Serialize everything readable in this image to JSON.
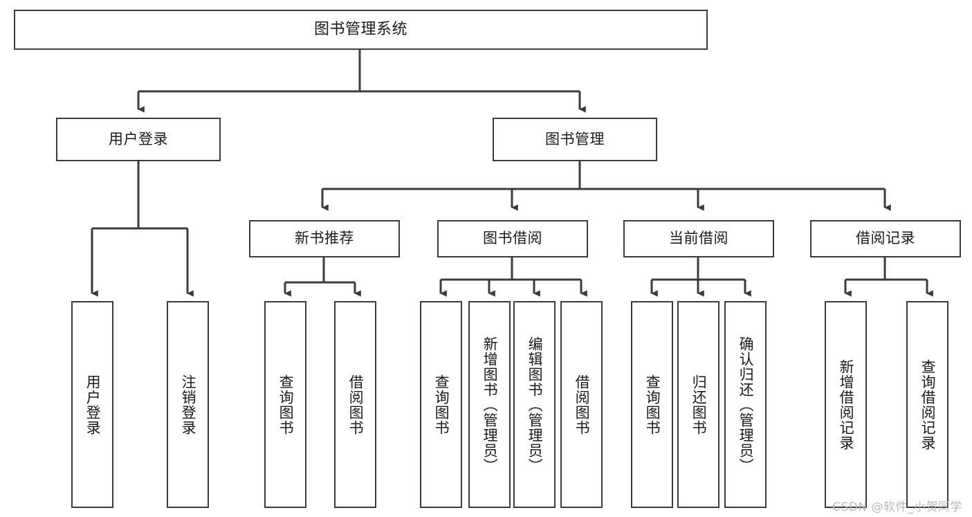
{
  "diagram": {
    "title": "图书管理系统",
    "type": "hierarchy-tree",
    "root": {
      "id": "root",
      "label": "图书管理系统"
    },
    "level2": [
      {
        "id": "user-login",
        "label": "用户登录"
      },
      {
        "id": "book-management",
        "label": "图书管理"
      }
    ],
    "level3": [
      {
        "id": "new-book-recommend",
        "label": "新书推荐",
        "parent": "book-management"
      },
      {
        "id": "book-borrow",
        "label": "图书借阅",
        "parent": "book-management"
      },
      {
        "id": "current-borrow",
        "label": "当前借阅",
        "parent": "book-management"
      },
      {
        "id": "borrow-record",
        "label": "借阅记录",
        "parent": "book-management"
      }
    ],
    "leaves": [
      {
        "id": "leaf-user-login",
        "label": "用户登录",
        "parent": "user-login"
      },
      {
        "id": "leaf-logout-login",
        "label": "注销登录",
        "parent": "user-login"
      },
      {
        "id": "leaf-query-book-1",
        "label": "查询图书",
        "parent": "new-book-recommend"
      },
      {
        "id": "leaf-borrow-book-1",
        "label": "借阅图书",
        "parent": "new-book-recommend"
      },
      {
        "id": "leaf-query-book-2",
        "label": "查询图书",
        "parent": "book-borrow"
      },
      {
        "id": "leaf-add-book",
        "label": "新增图书（管理员）",
        "parent": "book-borrow"
      },
      {
        "id": "leaf-edit-book",
        "label": "编辑图书（管理员）",
        "parent": "book-borrow"
      },
      {
        "id": "leaf-borrow-book-2",
        "label": "借阅图书",
        "parent": "book-borrow"
      },
      {
        "id": "leaf-query-book-3",
        "label": "查询图书",
        "parent": "current-borrow"
      },
      {
        "id": "leaf-return-book",
        "label": "归还图书",
        "parent": "current-borrow"
      },
      {
        "id": "leaf-confirm-return",
        "label": "确认归还（管理员）",
        "parent": "current-borrow"
      },
      {
        "id": "leaf-add-record",
        "label": "新增借阅记录",
        "parent": "borrow-record"
      },
      {
        "id": "leaf-query-record",
        "label": "查询借阅记录",
        "parent": "borrow-record"
      }
    ],
    "colors": {
      "border": "#3a3a3a",
      "connector": "#3a3a3a",
      "text": "#1a1a1a",
      "background": "#ffffff",
      "watermark": "#b9b9b9"
    }
  },
  "watermark": {
    "text": "CSDN @软件_小贺同学"
  }
}
